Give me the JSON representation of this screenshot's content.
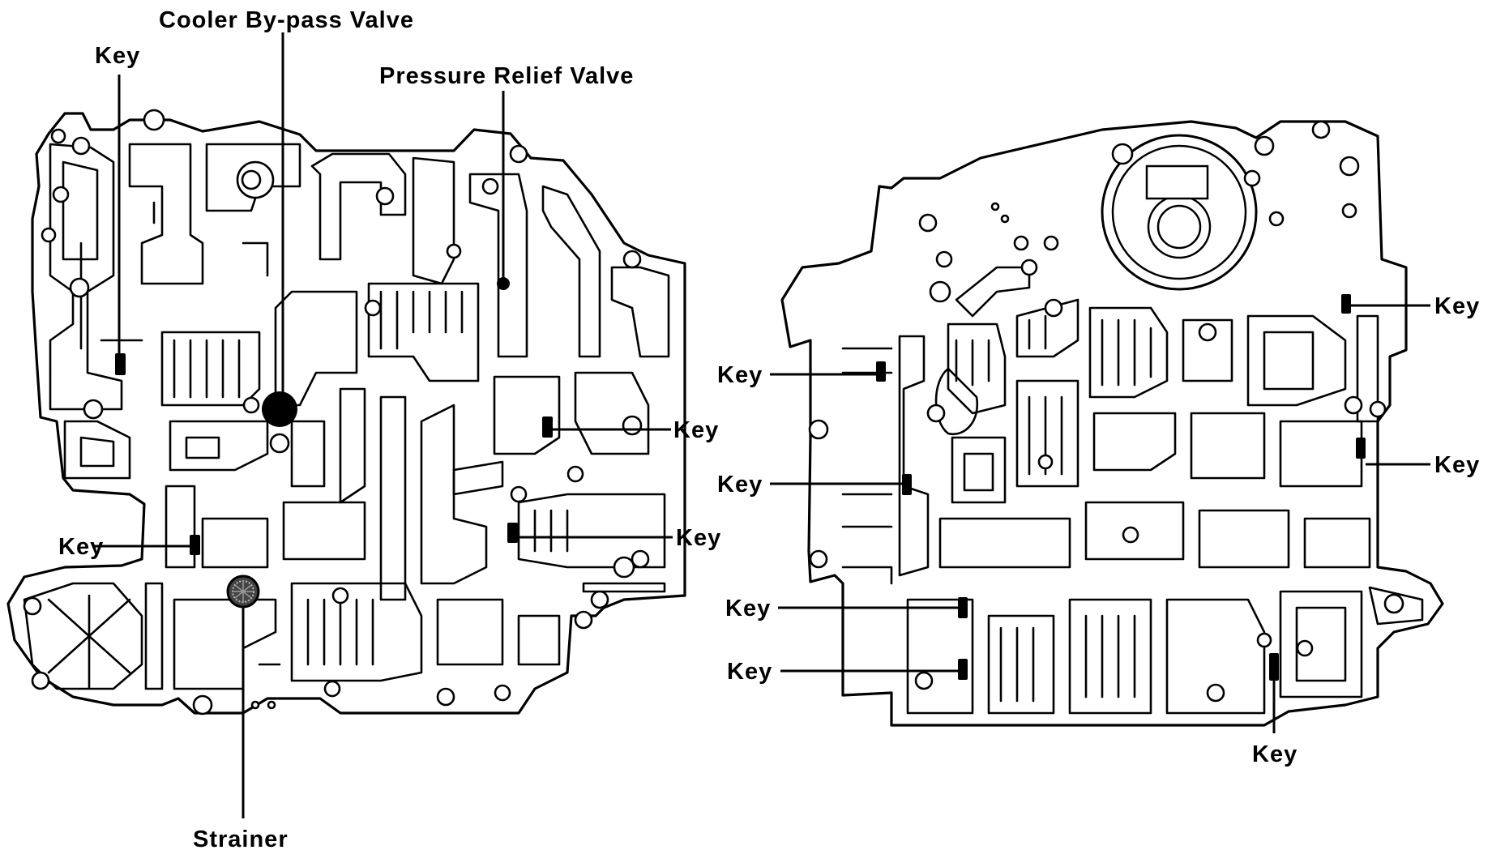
{
  "labels": {
    "cooler_bypass_valve": "Cooler By-pass Valve",
    "pressure_relief_valve": "Pressure Relief Valve",
    "strainer": "Strainer",
    "key": "Key"
  },
  "colors": {
    "ink": "#000000",
    "paper": "#ffffff"
  }
}
